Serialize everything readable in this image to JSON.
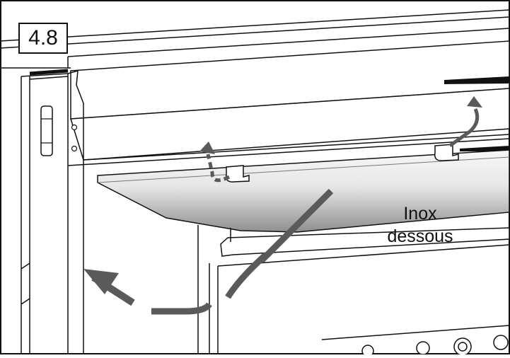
{
  "figure": {
    "step_number": "4.8",
    "callout": {
      "line1": "Inox",
      "line2": "dessous"
    },
    "colors": {
      "outline": "#111111",
      "arrow": "#5a5a5a",
      "panel_light": "#f2f2f2",
      "panel_shadow": "#9a9a9a",
      "background": "#ffffff"
    },
    "icons": [
      "hinge-icon",
      "clip-icon",
      "curved-arrow-icon",
      "dashed-arrow-icon",
      "knob-icon"
    ]
  }
}
